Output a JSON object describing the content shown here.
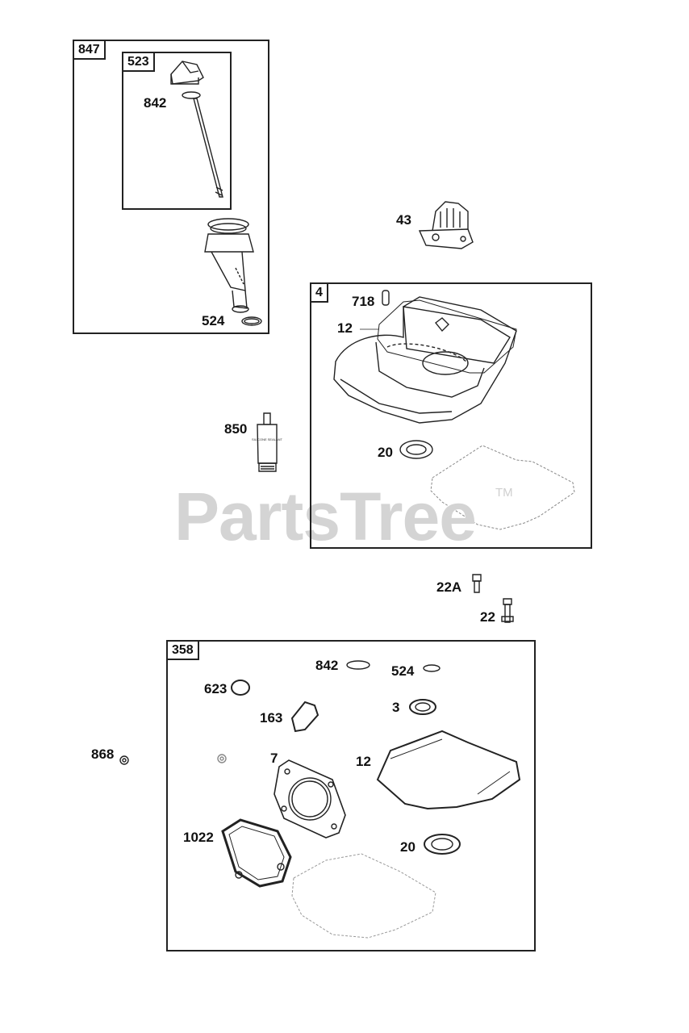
{
  "watermark": {
    "text": "PartsTree",
    "tm": "TM"
  },
  "groups": {
    "g847": "847",
    "g523": "523",
    "g4": "4",
    "g358": "358"
  },
  "labels": {
    "p842_top": "842",
    "p524_top": "524",
    "p43": "43",
    "p718": "718",
    "p12_top": "12",
    "p850": "850",
    "p20_top": "20",
    "p22a": "22A",
    "p22": "22",
    "p842_kit": "842",
    "p524_kit": "524",
    "p623": "623",
    "p163": "163",
    "p3": "3",
    "p868": "868",
    "p7": "7",
    "p12_kit": "12",
    "p1022": "1022",
    "p20_kit": "20"
  },
  "tube_text": "SILICONE SEALANT"
}
